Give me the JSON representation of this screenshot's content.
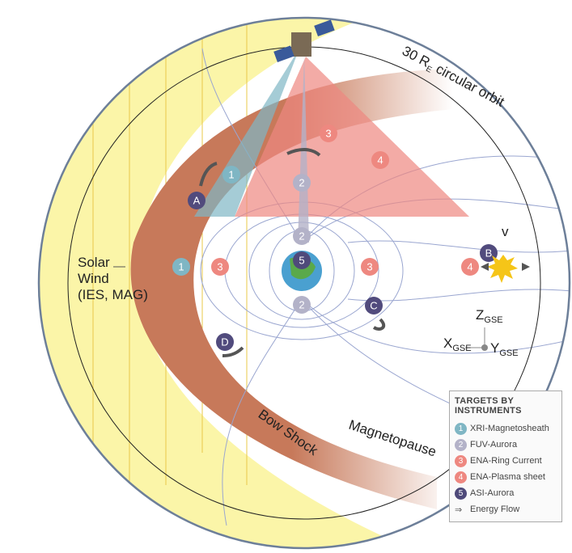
{
  "labels": {
    "orbit": "30 R",
    "orbit_sub": "E",
    "orbit_rest": " circular orbit",
    "solar_wind": [
      "Solar",
      "Wind",
      "(IES, MAG)"
    ],
    "bow_shock": "Bow Shock",
    "magnetopause": "Magnetopause",
    "v": "v",
    "z": "Z",
    "x": "X",
    "y": "Y",
    "gse": "GSE"
  },
  "regions": [
    {
      "id": "A",
      "name": "A"
    },
    {
      "id": "B",
      "name": "B"
    },
    {
      "id": "C",
      "name": "C"
    },
    {
      "id": "D",
      "name": "D"
    }
  ],
  "markers": [
    "1",
    "2",
    "3",
    "4",
    "5"
  ],
  "legend": {
    "title": "TARGETS BY INSTRUMENTS",
    "items": [
      {
        "num": "1",
        "label": "XRI-Magnetosheath",
        "color": "#7fb6c4"
      },
      {
        "num": "2",
        "label": "FUV-Aurora",
        "color": "#b3b2c8"
      },
      {
        "num": "3",
        "label": "ENA-Ring Current",
        "color": "#ee8880"
      },
      {
        "num": "4",
        "label": "ENA-Plasma sheet",
        "color": "#ee8880"
      },
      {
        "num": "5",
        "label": "ASI-Aurora",
        "color": "#4f4a7a"
      }
    ],
    "energy_flow": "Energy Flow"
  },
  "colors": {
    "solar": "#fbf5a8",
    "shock": "#c7795a",
    "field": "#9aa6d0",
    "region": "#514b7d",
    "ring": "#ee8880",
    "xri": "#7fb6c4",
    "fuv": "#b3b2c8"
  }
}
